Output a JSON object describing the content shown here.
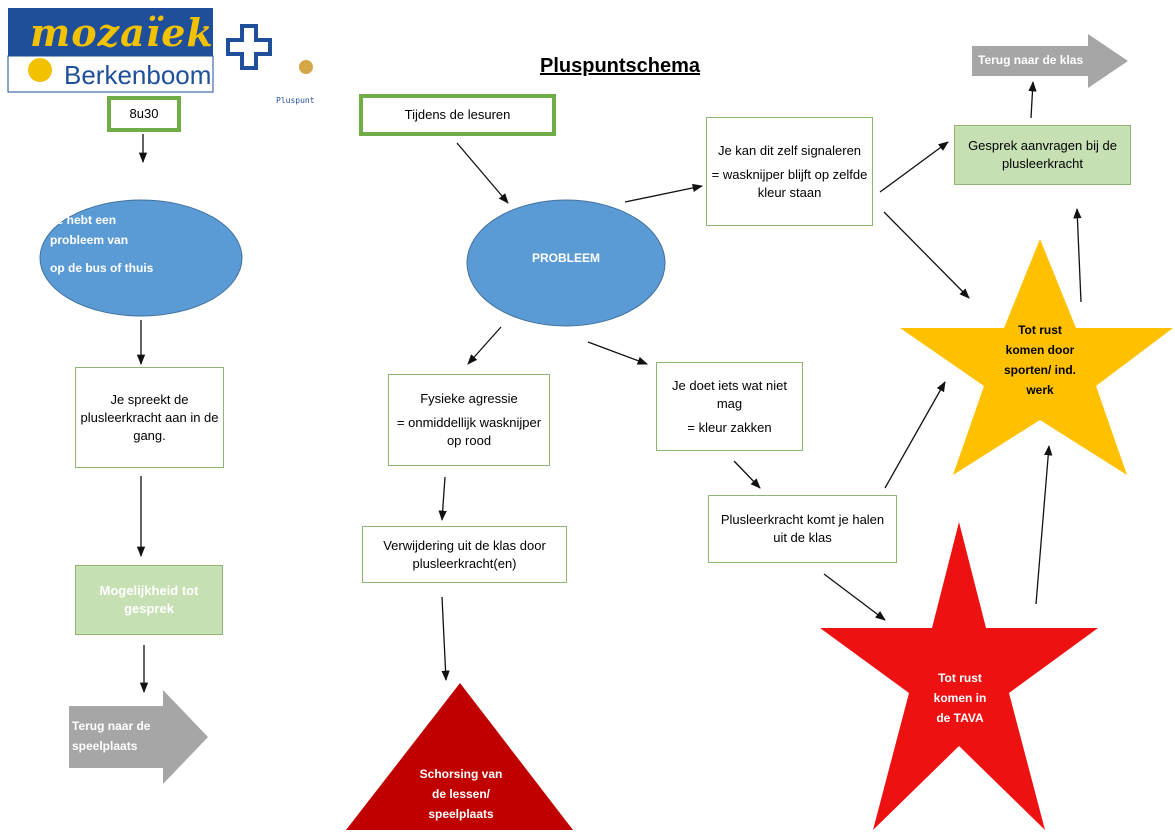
{
  "logo": {
    "brand": "mozaïek",
    "school": "Berkenboom",
    "pluspunt_label": "Pluspunt"
  },
  "title": "Pluspuntschema",
  "left_flow": {
    "start": "8u30",
    "problem": [
      "Je hebt een",
      "probleem van",
      "op de bus of thuis"
    ],
    "speak": "Je spreekt de plusleerkracht aan in de gang.",
    "chance": "Mogelijkheid tot gesprek",
    "back": [
      "Terug naar de",
      "speelplaats"
    ]
  },
  "main_flow": {
    "start": "Tijdens de lesuren",
    "problem": "PROBLEEM",
    "self_signal": "Je kan dit zelf signaleren",
    "self_signal_detail": "= wasknijper blijft op zelfde kleur staan",
    "physical": "Fysieke agressie",
    "physical_detail": "= onmiddellijk wasknijper op rood",
    "removal": "Verwijdering uit de klas door plusleerkracht(en)",
    "suspension": [
      "Schorsing van",
      "de lessen/",
      "speelplaats"
    ],
    "not_allowed": "Je doet iets wat niet mag",
    "not_allowed_detail": "= kleur zakken",
    "teacher_comes": "Plusleerkracht komt je halen uit de klas",
    "rest_tava": [
      "Tot rust",
      "komen in",
      "de TAVA"
    ],
    "rest_sport": [
      "Tot rust",
      "komen door",
      "sporten/ ind.",
      "werk"
    ],
    "talk_request": "Gesprek aanvragen bij de plusleerkracht",
    "back_class": "Terug naar de klas"
  },
  "colors": {
    "box_border": "#8fb672",
    "box_border_thick": "#70ad47",
    "light_green": "#c6e0b4",
    "ellipse_blue": "#5b9bd5",
    "star_yellow": "#ffc000",
    "star_red": "#ee1111",
    "triangle_red": "#c00000",
    "arrow_grey": "#a6a6a6",
    "logo_blue": "#1f4e9a",
    "logo_gold": "#f2c200"
  }
}
